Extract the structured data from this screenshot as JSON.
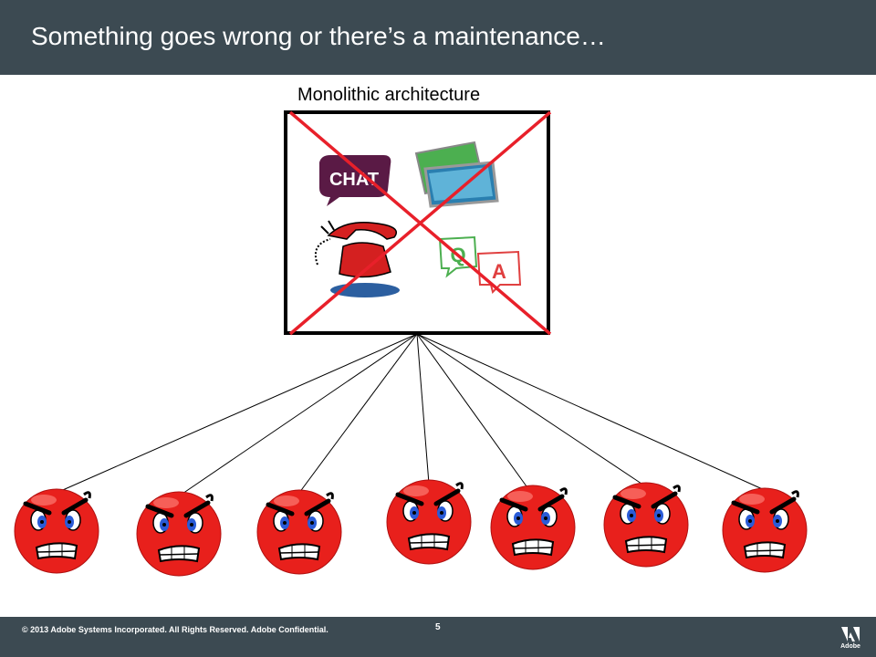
{
  "slide": {
    "title": "Something goes wrong or there’s a maintenance…",
    "architecture_label": "Monolithic architecture"
  },
  "services": {
    "chat_label": "CHAT",
    "qa_q": "Q",
    "qa_a": "A"
  },
  "users": {
    "count": 7
  },
  "footer": {
    "copyright": "© 2013 Adobe Systems Incorporated.  All Rights Reserved.  Adobe Confidential.",
    "page_number": "5",
    "logo_text": "Adobe"
  },
  "colors": {
    "header_bg": "#3c4a52",
    "cross": "#e8202a",
    "face": "#e8201c"
  }
}
